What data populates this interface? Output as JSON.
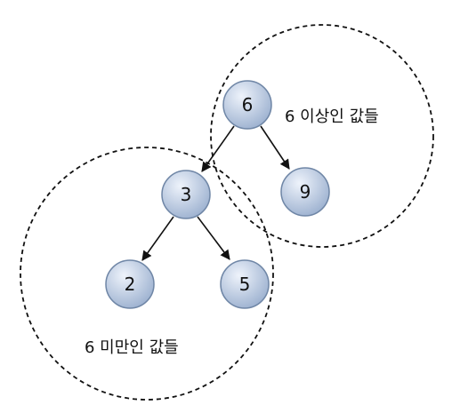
{
  "diagram": {
    "type": "binary-search-tree",
    "nodes": [
      {
        "id": "n6",
        "label": "6"
      },
      {
        "id": "n3",
        "label": "3"
      },
      {
        "id": "n9",
        "label": "9"
      },
      {
        "id": "n2",
        "label": "2"
      },
      {
        "id": "n5",
        "label": "5"
      }
    ],
    "edges": [
      {
        "from": "n6",
        "to": "n3"
      },
      {
        "from": "n6",
        "to": "n9"
      },
      {
        "from": "n3",
        "to": "n2"
      },
      {
        "from": "n3",
        "to": "n5"
      }
    ],
    "regions": {
      "upper_label": "6 이상인 값들",
      "lower_label": "6 미만인 값들"
    }
  },
  "colors": {
    "node_fill_light": "#eef3fb",
    "node_fill_dark": "#9fb3d1",
    "node_stroke": "#6f86a6",
    "line": "#111111"
  }
}
